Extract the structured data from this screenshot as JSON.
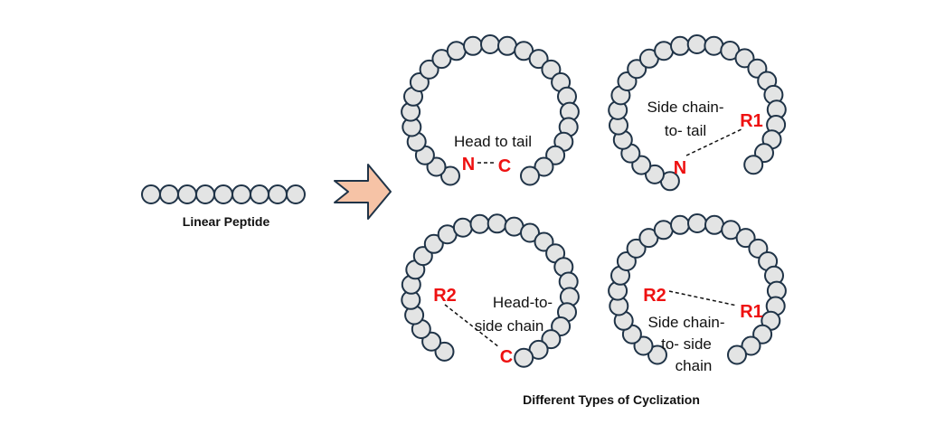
{
  "linear": {
    "caption": "Linear Peptide"
  },
  "cyclization": {
    "caption": "Different Types of Cyclization",
    "ring1": {
      "label_lines": [
        "Head to tail"
      ],
      "marker_a": "N",
      "marker_b": "C"
    },
    "ring2": {
      "label_lines": [
        "Side chain-",
        "to- tail"
      ],
      "marker_a": "R1",
      "marker_b": "N"
    },
    "ring3": {
      "label_lines": [
        "Head-to-",
        "side chain"
      ],
      "marker_a": "R2",
      "marker_b": "C"
    },
    "ring4": {
      "label_lines": [
        "Side chain-",
        "to- side",
        "chain"
      ],
      "marker_a": "R2",
      "marker_b": "R1"
    }
  },
  "colors": {
    "bead_fill": "#e3e4e4",
    "bead_stroke": "#1f3347",
    "marker": "#ee1111",
    "arrow_fill": "#f6c3a6",
    "arrow_stroke": "#1f3347"
  }
}
